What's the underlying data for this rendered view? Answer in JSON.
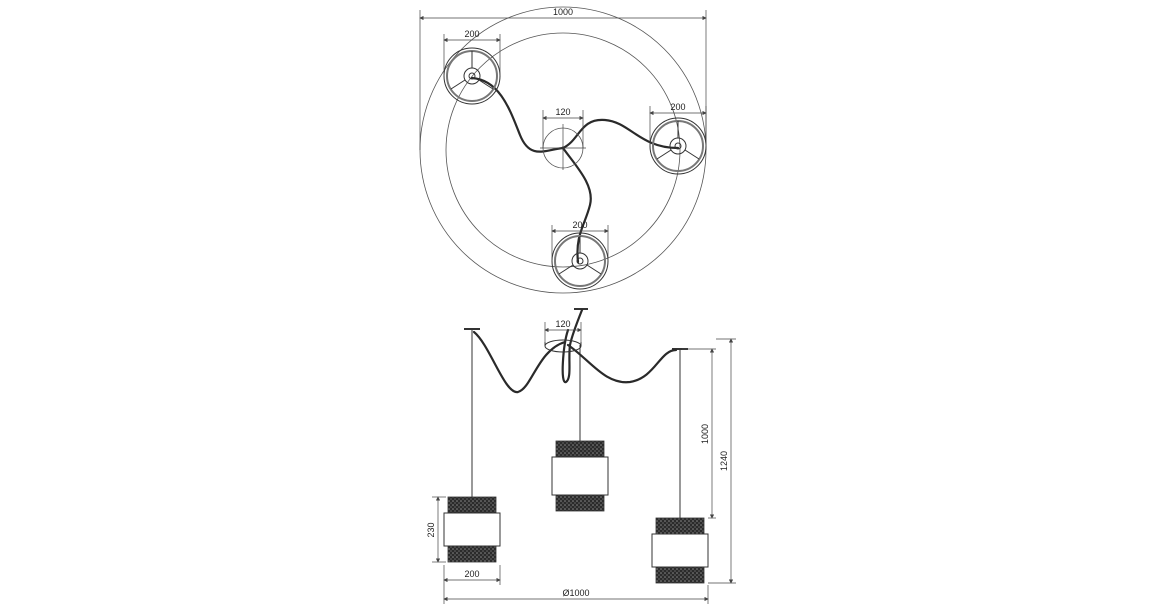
{
  "top_view": {
    "outer_diameter": "1000",
    "shade_top_left": "200",
    "canopy": "120",
    "shade_right": "200",
    "shade_bottom": "200"
  },
  "side_view": {
    "canopy": "120",
    "drop_length": "1000",
    "total_height": "1240",
    "shade_height": "230",
    "shade_width": "200",
    "overall_diameter": "Ø1000"
  }
}
